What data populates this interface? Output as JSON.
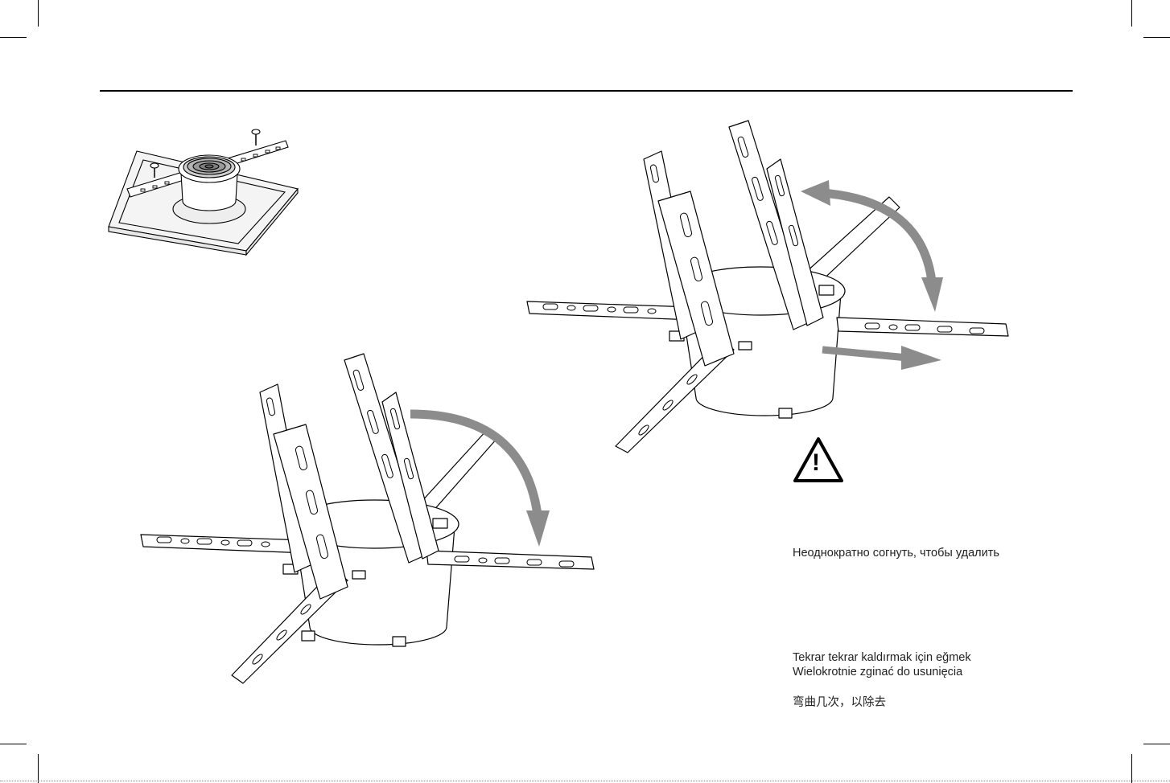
{
  "instructions": {
    "ru": "Неоднократно согнуть, чтобы удалить",
    "tr": "Tekrar tekrar kaldırmak için eğmek",
    "pl": "Wielokrotnie zginać do usunięcia",
    "zh": "弯曲几次，以除去"
  },
  "warning": {
    "icon": "warning-triangle-icon",
    "symbol": "!"
  },
  "colors": {
    "line": "#000000",
    "arrow": "#8c8c8c",
    "text": "#222222",
    "panel": "#f4f4f4"
  }
}
